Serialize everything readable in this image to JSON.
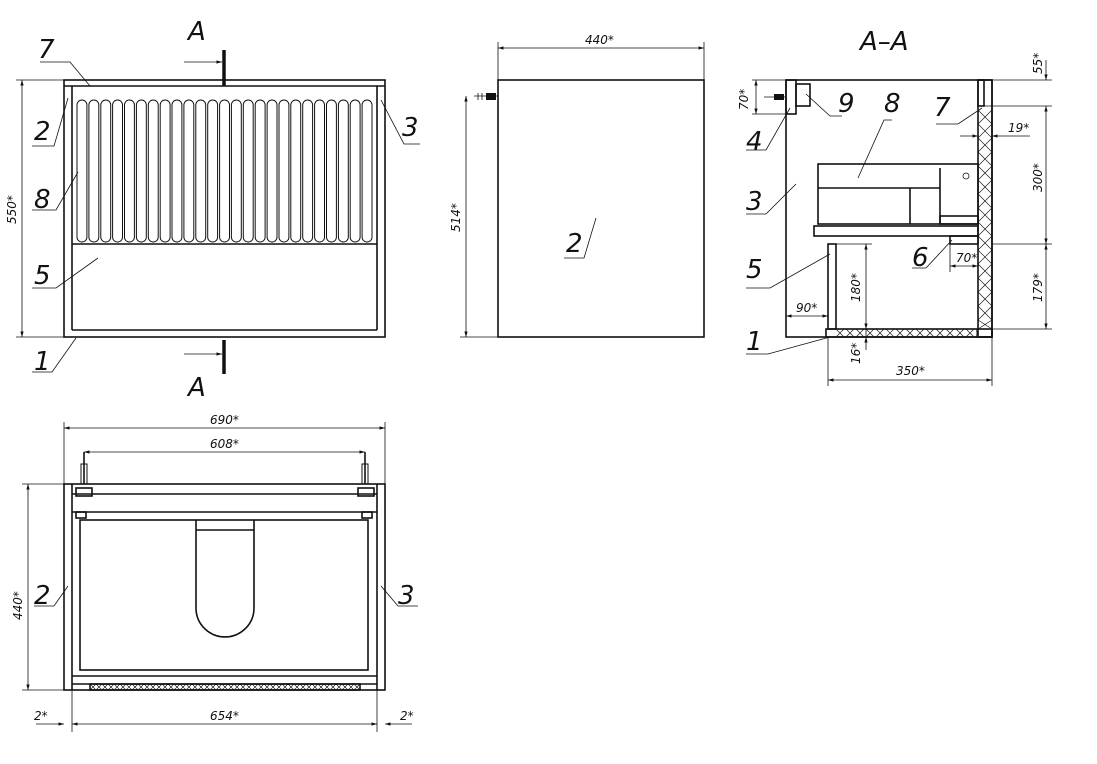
{
  "section_marks": {
    "top": "A",
    "bottom": "A",
    "title": "A–A"
  },
  "front_view": {
    "dim_height": "550*",
    "labels": {
      "p7": "7",
      "p2": "2",
      "p8": "8",
      "p5": "5",
      "p1": "1",
      "p3": "3"
    },
    "slat_count": 25
  },
  "side_view": {
    "dim_width": "440*",
    "dim_height": "514*",
    "label_part": "2"
  },
  "section_view": {
    "labels": {
      "p9": "9",
      "p8": "8",
      "p7": "7",
      "p4": "4",
      "p3": "3",
      "p5": "5",
      "p6": "6",
      "p1": "1"
    },
    "dims": {
      "d70_top": "70*",
      "d55": "55*",
      "d19": "19*",
      "d300": "300*",
      "d180": "180*",
      "d179": "179*",
      "d90": "90*",
      "d70": "70*",
      "d16": "16*",
      "d350": "350*"
    }
  },
  "top_view": {
    "dims": {
      "d690": "690*",
      "d608": "608*",
      "d440": "440*",
      "d2_left": "2*",
      "d654": "654*",
      "d2_right": "2*"
    },
    "labels": {
      "p2": "2",
      "p3": "3"
    }
  }
}
